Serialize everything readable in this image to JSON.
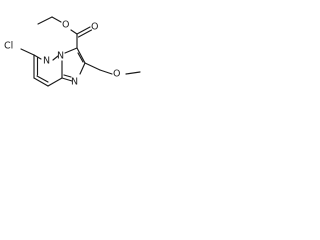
{
  "molecule": {
    "atoms": {
      "cl": "Cl",
      "ring_n_upper": "N",
      "ring_n_bridge": "N",
      "ring_n_lower": "N",
      "ester_o_carbonyl": "O",
      "ester_o_single": "O",
      "ether_o": "O"
    }
  }
}
